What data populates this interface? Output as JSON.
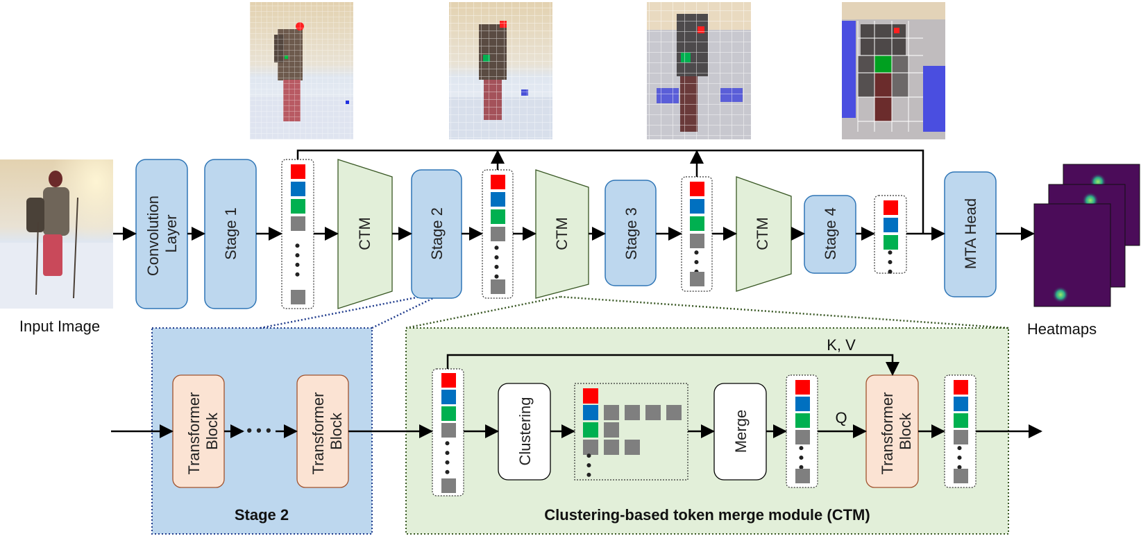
{
  "main": {
    "conv": "Convolution\nLayer",
    "stage1": "Stage 1",
    "stage2": "Stage 2",
    "stage3": "Stage 3",
    "stage4": "Stage 4",
    "ctm": "CTM",
    "mta_head": "MTA Head",
    "input_label": "Input Image",
    "heatmaps_label": "Heatmaps",
    "dots": "• • • •"
  },
  "stage2_detail": {
    "transformer_block": "Transformer\nBlock",
    "title": "Stage 2",
    "ellipsis": "• • •"
  },
  "ctm_detail": {
    "title": "Clustering-based token merge module (CTM)",
    "clustering": "Clustering",
    "merge": "Merge",
    "transformer_block": "Transformer\nBlock",
    "kv_label": "K, V",
    "q_label": "Q"
  },
  "colors": {
    "blue_box": "#bdd7ee",
    "green_box": "#e2efd9",
    "orange_box": "#fbe3d3",
    "token_red": "#ff0000",
    "token_blue": "#0070c0",
    "token_green": "#00b050",
    "token_gray": "#7f7f7f",
    "heatmap_bg": "#4b0c59",
    "heatmap_spot": "#8fe06a"
  }
}
